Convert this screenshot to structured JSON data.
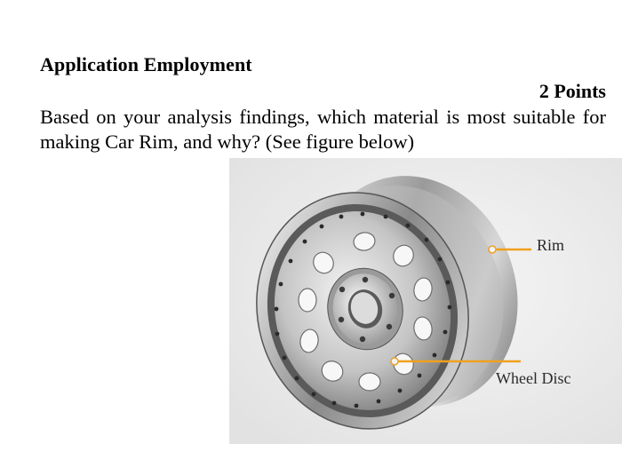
{
  "section": {
    "heading": "Application Employment",
    "points": "2 Points",
    "question": "Based on your analysis findings, which material is most suitable for making Car Rim, and why? (See figure below)"
  },
  "figure": {
    "labels": {
      "rim": "Rim",
      "wheel_disc": "Wheel Disc"
    },
    "colors": {
      "callout_line": "#f0a020",
      "background": "#eeeeee",
      "metal_light": "#e6e6e6",
      "metal_dark": "#6a6a6a"
    }
  }
}
